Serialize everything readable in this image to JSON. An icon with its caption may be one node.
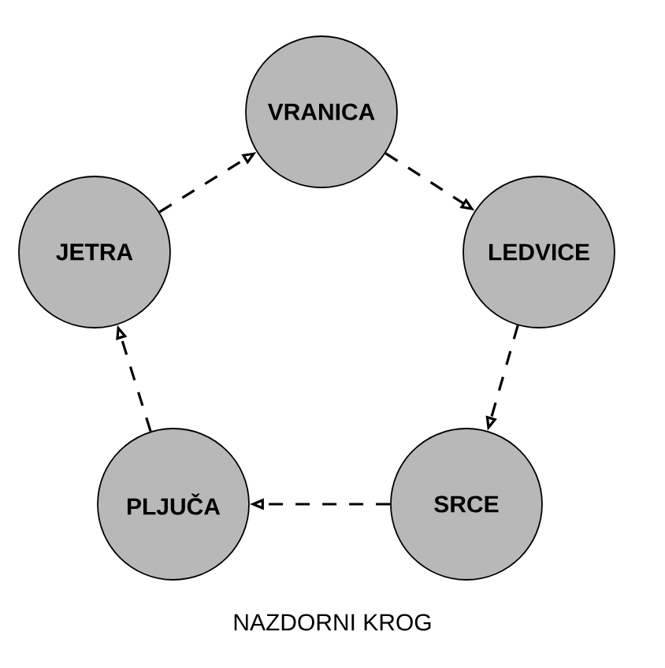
{
  "diagram": {
    "caption": "NAZDORNI KROG",
    "nodes": [
      {
        "text": [
          "VRANICA"
        ]
      },
      {
        "text": [
          "LEDVICE"
        ]
      },
      {
        "text": [
          "SRCE"
        ]
      },
      {
        "text": [
          "PLJUČA"
        ]
      },
      {
        "text": [
          "JETRA"
        ]
      }
    ],
    "edges": [
      {
        "from": 0,
        "to": 1,
        "arrow": "to"
      },
      {
        "from": 1,
        "to": 2,
        "arrow": "to"
      },
      {
        "from": 2,
        "to": 3,
        "arrow": "to"
      },
      {
        "from": 3,
        "to": 4,
        "arrow": "to"
      },
      {
        "from": 4,
        "to": 0,
        "arrow": "to"
      }
    ]
  }
}
